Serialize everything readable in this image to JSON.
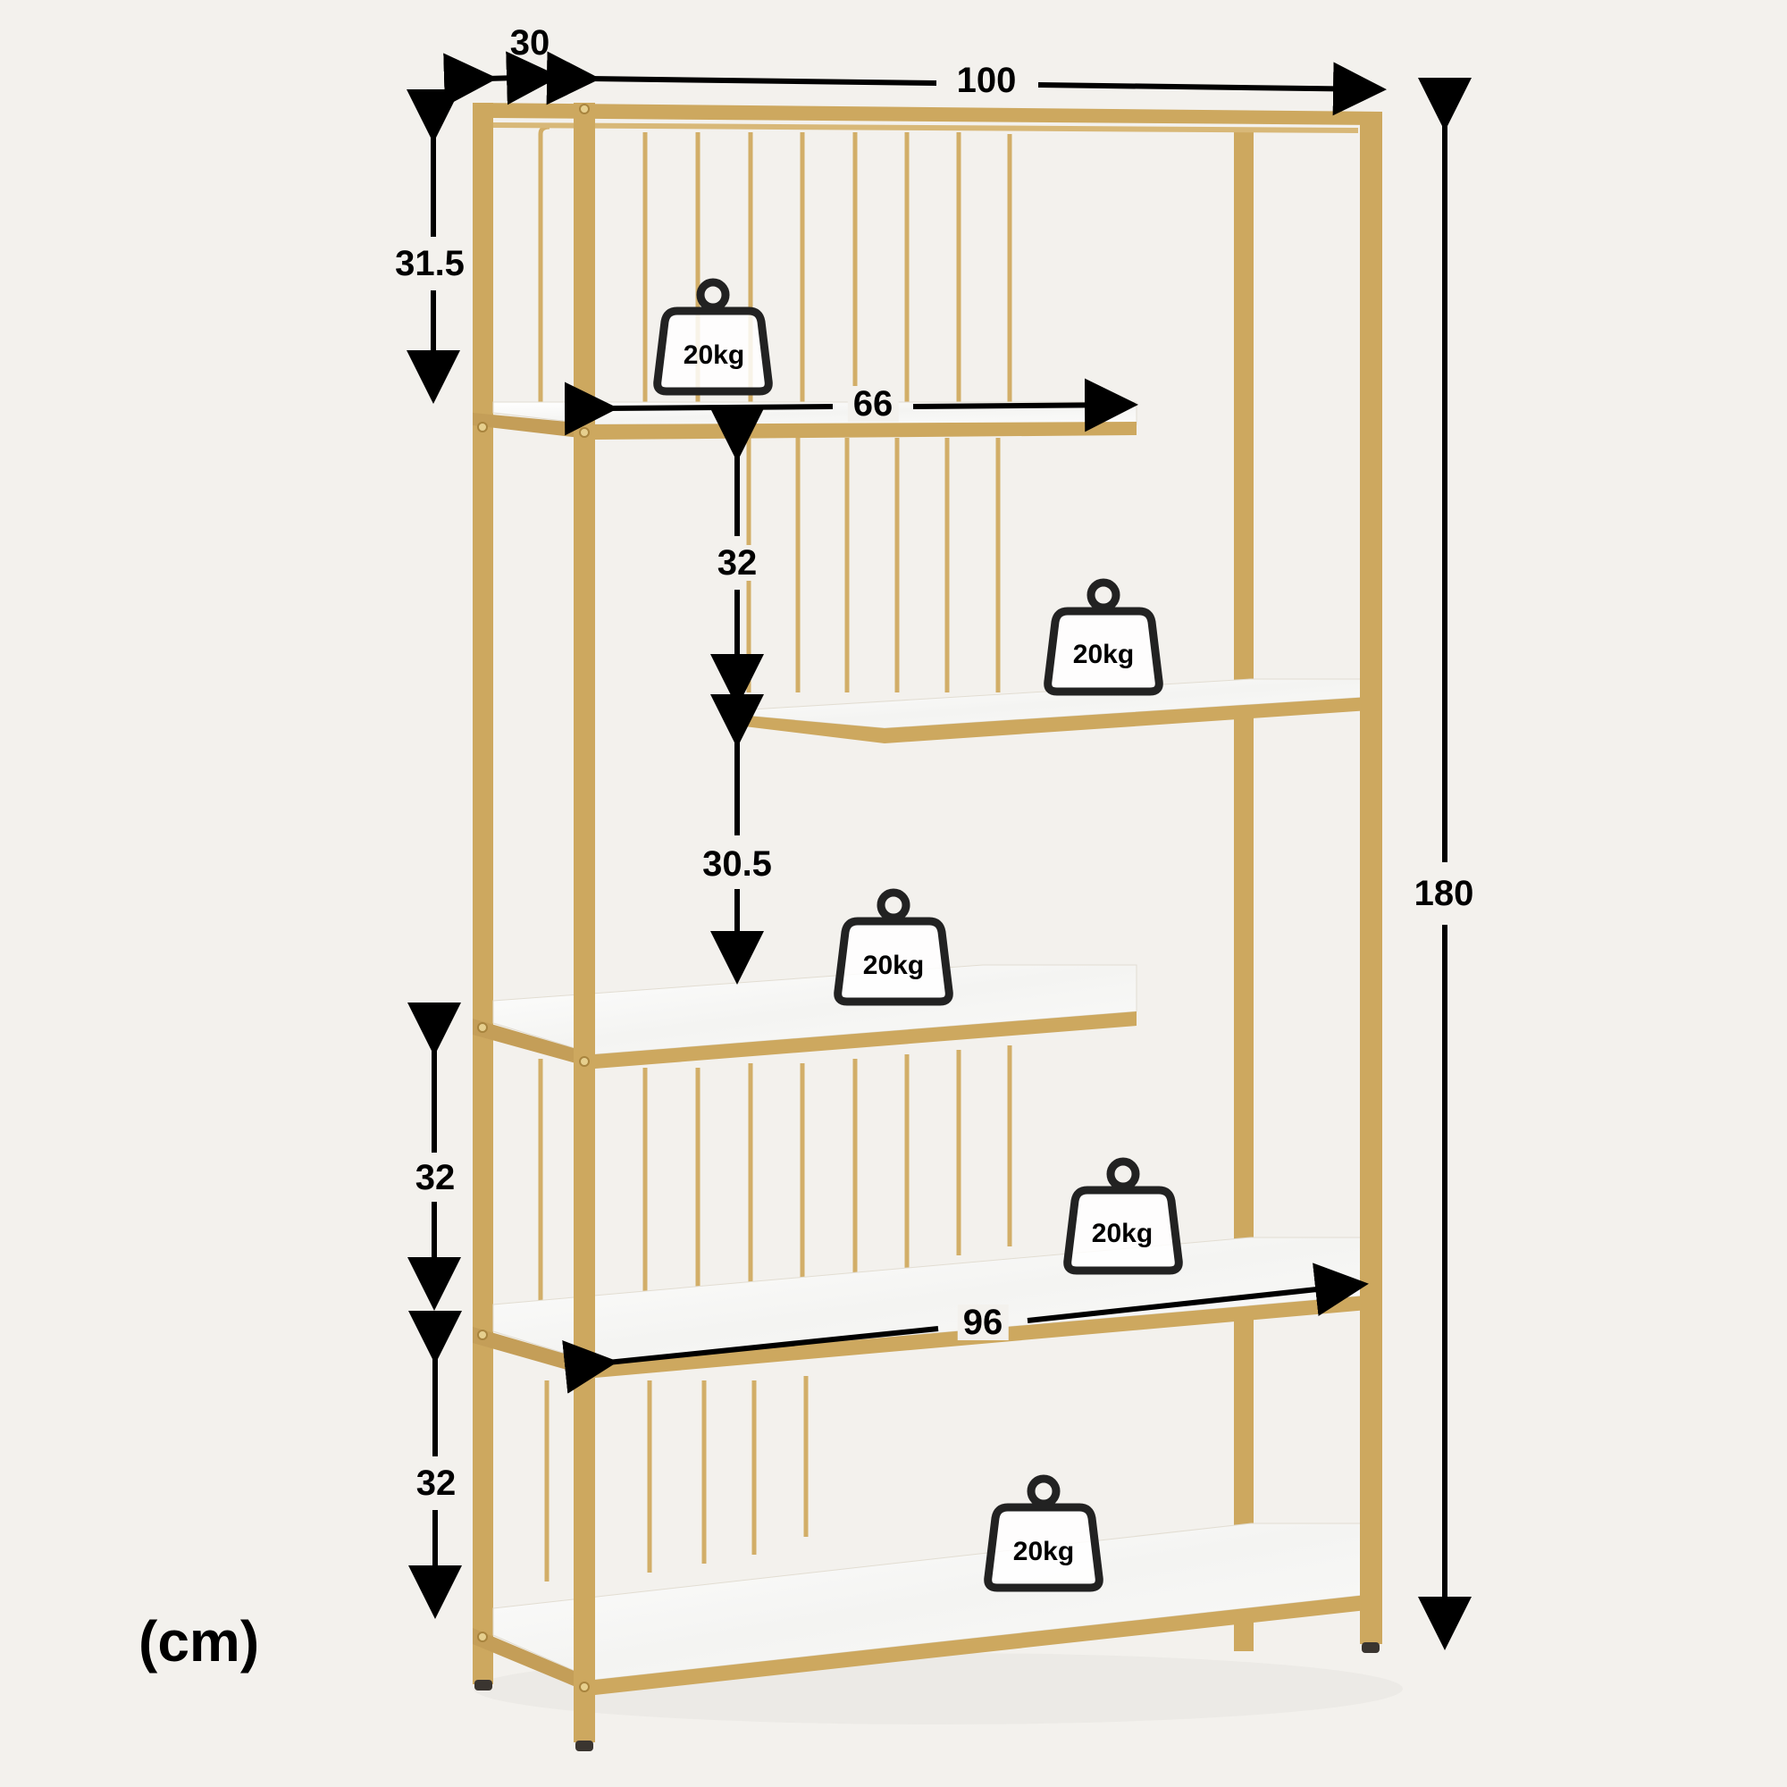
{
  "product": "5-tier gold metal bookshelf with marble-look shelves",
  "unit_label": "(cm)",
  "colors": {
    "background": "#F3F1ED",
    "frame_gold": "#CDA85F",
    "shelf_white": "#FAFAF8",
    "annotation": "#000000"
  },
  "dimensions": {
    "depth": "30",
    "width": "100",
    "height": "180",
    "top_gap": "31.5",
    "shelf1_width": "66",
    "gap_shelf1_shelf2": "32",
    "gap_shelf2_shelf3": "30.5",
    "gap_shelf3_shelf4": "32",
    "gap_shelf4_bottom": "32",
    "shelf4_width": "96"
  },
  "load_badges": [
    {
      "shelf": 1,
      "label": "20kg"
    },
    {
      "shelf": 2,
      "label": "20kg"
    },
    {
      "shelf": 3,
      "label": "20kg"
    },
    {
      "shelf": 4,
      "label": "20kg"
    },
    {
      "shelf": 5,
      "label": "20kg"
    }
  ]
}
